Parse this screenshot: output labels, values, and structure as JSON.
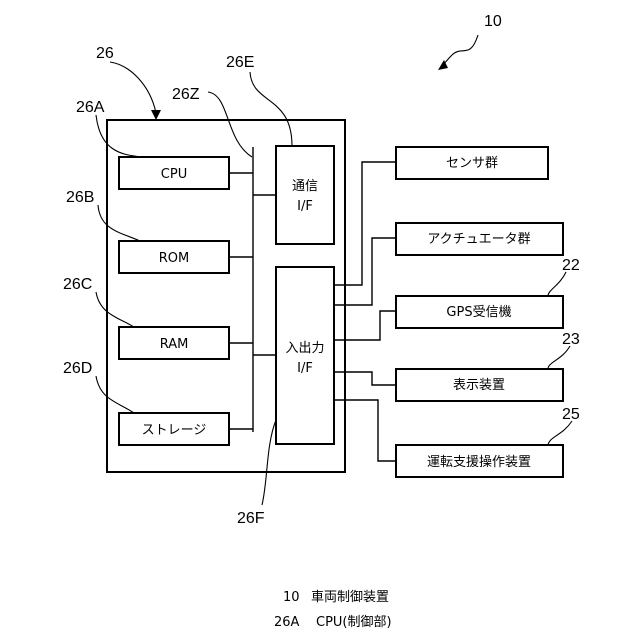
{
  "diagram": {
    "ref_device": "10",
    "ref_control": "26",
    "ref_cpu": "26A",
    "ref_rom": "26B",
    "ref_ram": "26C",
    "ref_storage": "26D",
    "ref_comm": "26E",
    "ref_io": "26F",
    "ref_bus": "26Z",
    "ref_gps": "22",
    "ref_display": "23",
    "ref_driving": "25",
    "cpu": "CPU",
    "rom": "ROM",
    "ram": "RAM",
    "storage": "ストレージ",
    "comm_line1": "通信",
    "comm_line2": "I/F",
    "io_line1": "入出力",
    "io_line2": "I/F",
    "sensors": "センサ群",
    "actuators": "アクチュエータ群",
    "gps": "GPS受信機",
    "display": "表示装置",
    "driving": "運転支援操作装置"
  },
  "captions": {
    "line1_ref": "10",
    "line1_text": "車両制御装置",
    "line2_ref": "26A",
    "line2_text": "CPU(制御部)"
  }
}
